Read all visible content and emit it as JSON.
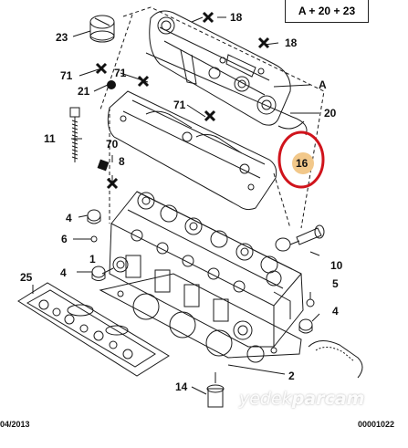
{
  "kit_label": "A + 20 + 23",
  "callouts": {
    "c1": "1",
    "c2": "2",
    "c4a": "4",
    "c4b": "4",
    "c4c": "4",
    "c5": "5",
    "c6": "6",
    "c8": "8",
    "c10": "10",
    "c11": "11",
    "c14": "14",
    "c16": "16",
    "c18a": "18",
    "c18b": "18",
    "c20": "20",
    "c21": "21",
    "c23": "23",
    "c25": "25",
    "c70": "70",
    "c71a": "71",
    "c71b": "71",
    "c71c": "71",
    "cA": "A"
  },
  "footer": {
    "date": "04/2013",
    "ref": "00001022"
  },
  "watermark": {
    "part1": "yedek",
    "part2": "parcam"
  },
  "highlight_color": "#d0141c",
  "marker_color": "#f2c88a"
}
